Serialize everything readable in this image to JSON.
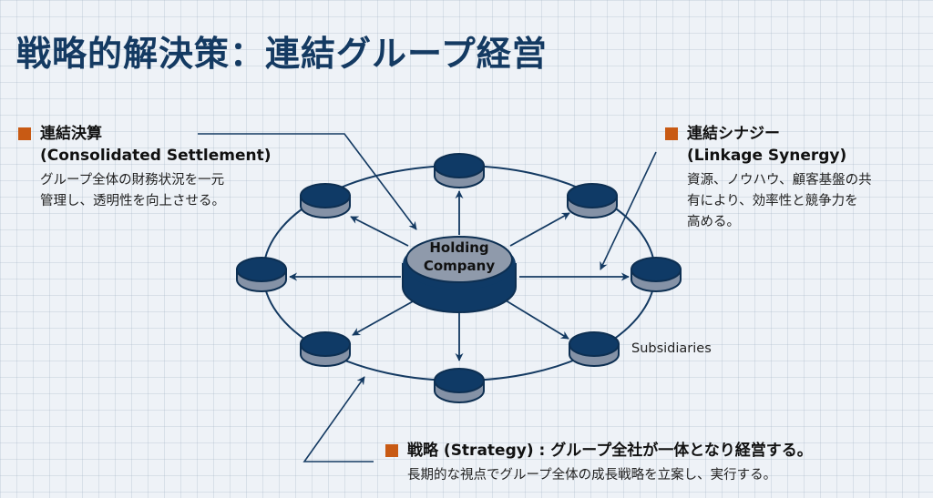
{
  "title": "戦略的解決策：連結グループ経営",
  "colors": {
    "title": "#143a62",
    "accent_square": "#c85a14",
    "disc_top": "#0f3a66",
    "disc_side": "#8592a6",
    "center_top": "#8f9aab",
    "line": "#143a62"
  },
  "notes": {
    "left": {
      "icon": "orange-square-bullet",
      "heading": "連結決算",
      "heading_en": "(Consolidated Settlement)",
      "body_lines": [
        "グループ全体の財務状況を一元",
        "管理し、透明性を向上させる。"
      ]
    },
    "right": {
      "icon": "orange-square-bullet",
      "heading": "連結シナジー",
      "heading_en": "(Linkage Synergy)",
      "body_lines": [
        "資源、ノウハウ、顧客基盤の共",
        "有により、効率性と競争力を",
        "高める。"
      ]
    },
    "bottom": {
      "icon": "orange-square-bullet",
      "heading": "戦略 (Strategy) : グループ全社が一体となり経営する。",
      "body": "長期的な視点でグループ全体の成長戦略を立案し、実行する。"
    }
  },
  "diagram": {
    "center_label_lines": [
      "Holding",
      "Company"
    ],
    "subsidiaries_label": "Subsidiaries",
    "subsidiary_count": 8
  }
}
